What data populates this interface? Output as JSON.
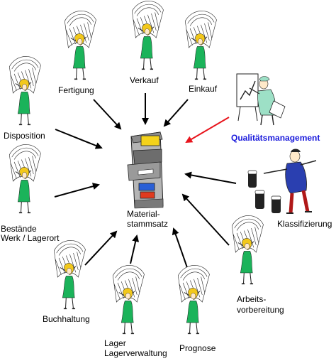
{
  "center": {
    "line1": "Material-",
    "line2": "stammsatz"
  },
  "departments": {
    "fertigung": "Fertigung",
    "verkauf": "Verkauf",
    "einkauf": "Einkauf",
    "disposition": "Disposition",
    "bestaende_line1": "Bestände",
    "bestaende_line2": "Werk / Lagerort",
    "buchhaltung": "Buchhaltung",
    "lager_line1": "Lager",
    "lager_line2": "Lagerverwaltung",
    "prognose": "Prognose",
    "arbeits_line1": "Arbeits-",
    "arbeits_line2": "vorbereitung",
    "klassifizierung": "Klassifizierung",
    "qualitaet": "Qualitätsmanagement"
  },
  "colors": {
    "arrow": "#000000",
    "highlight_arrow": "#e8141c",
    "highlight_text": "#1a1adc",
    "figure_dress": "#1bb35a",
    "figure_hair": "#f2c81b",
    "cabinet_gray": "#8c8c8c",
    "drawer_yellow": "#f4d21b",
    "drawer_blue": "#2a5fd6",
    "drawer_red": "#e03a1e"
  },
  "icons": [
    "clerk-with-papers-icon",
    "file-cabinet-icon",
    "quality-inspector-icon",
    "classifier-with-barrels-icon"
  ]
}
